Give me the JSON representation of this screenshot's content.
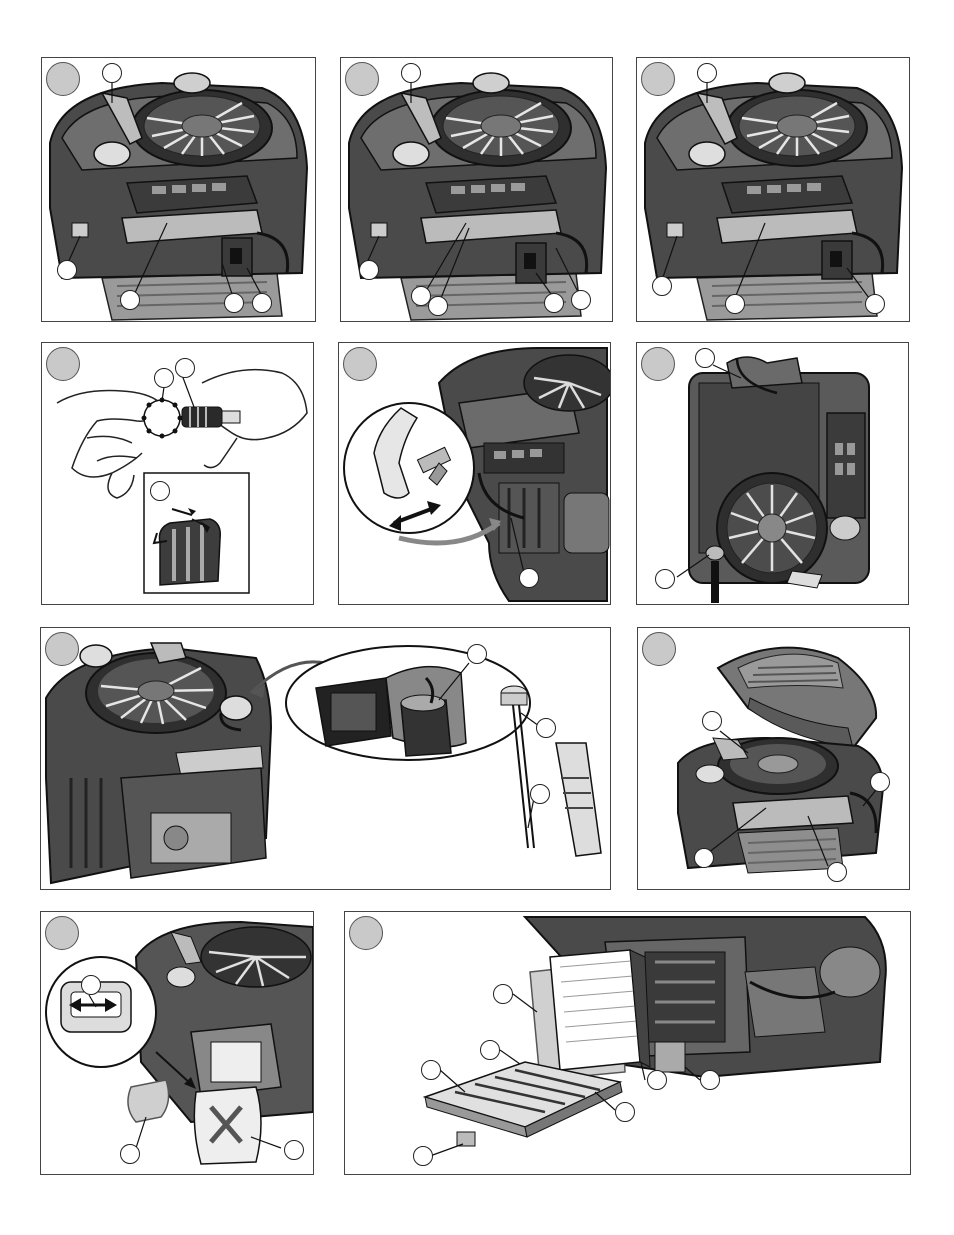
{
  "page": {
    "background": "#ffffff",
    "badge_color": "#c9c9c9",
    "engine_dark": "#4a4a4a",
    "engine_mid": "#8a8a8a",
    "engine_light": "#d4d4d4"
  },
  "panels": [
    {
      "id": "p1",
      "kind": "engine-top",
      "callout_count": 5
    },
    {
      "id": "p2",
      "kind": "engine-top",
      "callout_count": 6
    },
    {
      "id": "p3",
      "kind": "engine-top",
      "callout_count": 4
    },
    {
      "id": "p4",
      "kind": "spark-plug-gap",
      "callout_count": 3
    },
    {
      "id": "p5",
      "kind": "fuel-line",
      "callout_count": 1
    },
    {
      "id": "p6",
      "kind": "engine-front",
      "callout_count": 2
    },
    {
      "id": "p7",
      "kind": "oil-fill-dipstick",
      "callout_count": 3
    },
    {
      "id": "p8",
      "kind": "engine-cover",
      "callout_count": 4
    },
    {
      "id": "p9",
      "kind": "air-filter-foam",
      "callout_count": 3
    },
    {
      "id": "p10",
      "kind": "air-filter-paper",
      "callout_count": 7
    }
  ]
}
